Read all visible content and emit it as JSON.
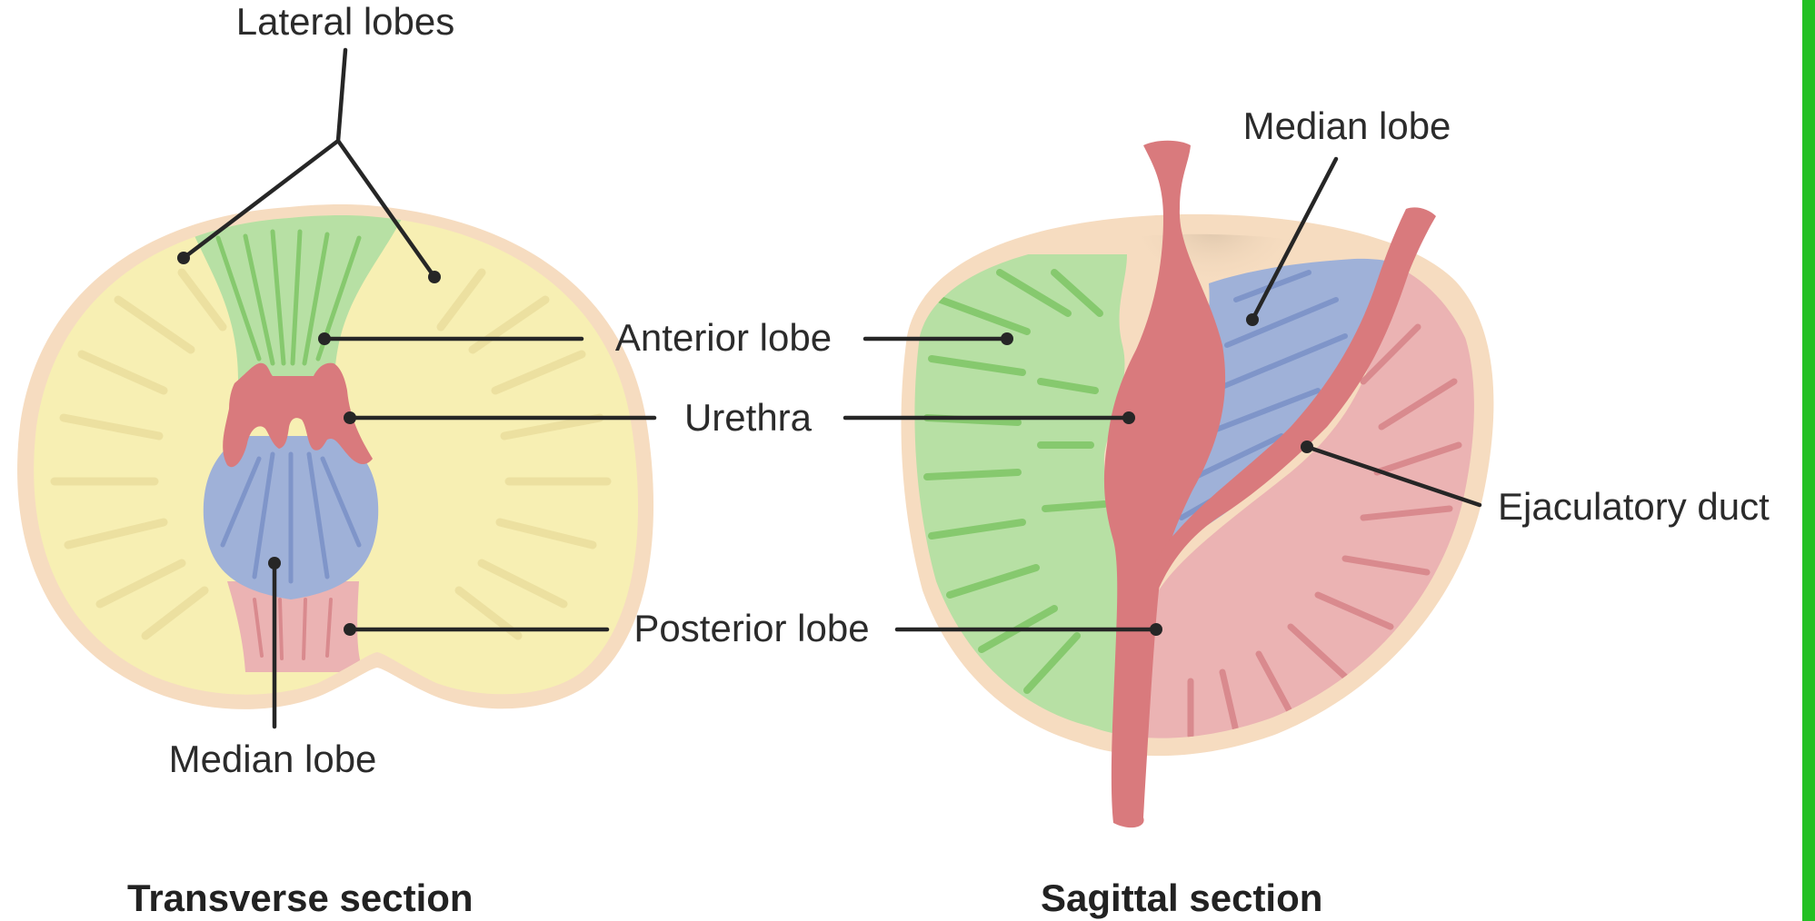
{
  "colors": {
    "capsule": "#f6dcc0",
    "lateral_lobe": "#f7efb3",
    "lateral_lobe_fiber": "#ece0a0",
    "anterior_lobe": "#b7e0a4",
    "anterior_lobe_fiber": "#86c96e",
    "median_lobe": "#9fb1d8",
    "median_lobe_fiber": "#7f95c9",
    "posterior_lobe": "#ebb3b3",
    "posterior_lobe_fiber": "#d98a8e",
    "urethra": "#d97a7d",
    "leader_line": "#262626",
    "right_edge_bar": "#22c022"
  },
  "transverse": {
    "title": "Transverse section",
    "labels": {
      "lateral_lobes": "Lateral lobes",
      "median_lobe": "Median lobe"
    }
  },
  "shared": {
    "anterior_lobe": "Anterior lobe",
    "urethra": "Urethra",
    "posterior_lobe": "Posterior lobe"
  },
  "sagittal": {
    "title": "Sagittal section",
    "labels": {
      "median_lobe": "Median lobe",
      "ejaculatory_duct": "Ejaculatory duct"
    }
  }
}
